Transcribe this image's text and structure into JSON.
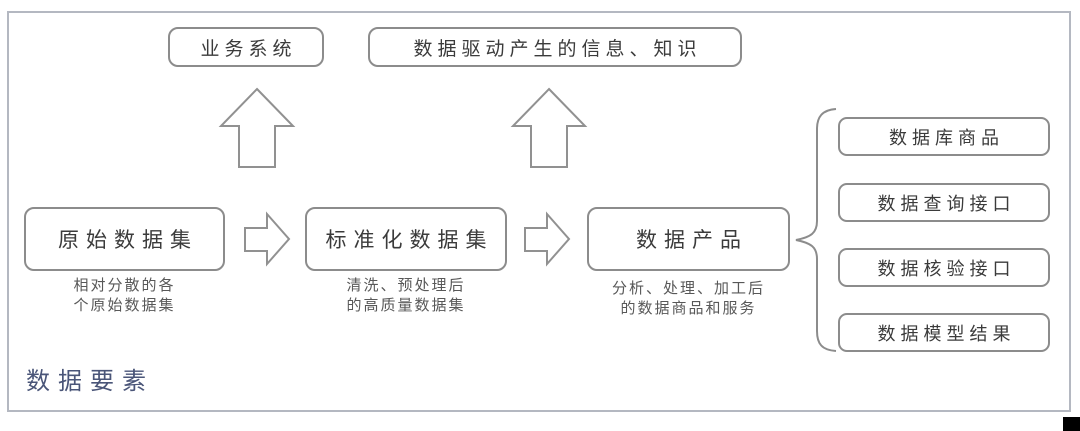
{
  "diagram": {
    "title": "数据要素",
    "top_boxes": [
      {
        "label": "业务系统"
      },
      {
        "label": "数据驱动产生的信息、知识"
      }
    ],
    "flow_boxes": [
      {
        "label": "原始数据集",
        "desc_line1": "相对分散的各",
        "desc_line2": "个原始数据集"
      },
      {
        "label": "标准化数据集",
        "desc_line1": "清洗、预处理后",
        "desc_line2": "的高质量数据集"
      },
      {
        "label": "数据产品",
        "desc_line1": "分析、处理、加工后",
        "desc_line2": "的数据商品和服务"
      }
    ],
    "output_boxes": [
      {
        "label": "数据库商品"
      },
      {
        "label": "数据查询接口"
      },
      {
        "label": "数据核验接口"
      },
      {
        "label": "数据模型结果"
      }
    ],
    "icons": {
      "up_arrow": "up-arrow",
      "right_arrow": "right-arrow",
      "brace": "curly-brace"
    },
    "colors": {
      "box_border": "#8c8c8c",
      "box_text": "#3b3b3b",
      "desc_text": "#585858",
      "title_text": "#4a5578",
      "frame_border": "#b4b8c1",
      "arrow_stroke": "#919191",
      "background": "#ffffff"
    }
  }
}
